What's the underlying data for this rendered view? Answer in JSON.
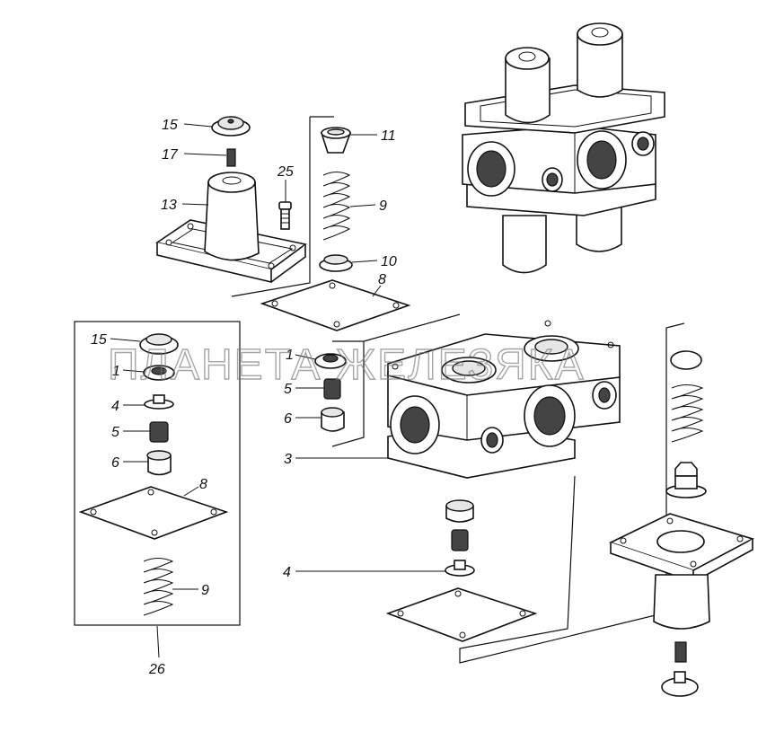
{
  "watermark": "ПЛАНЕТА ЖЕЛЕЗЯКА",
  "callouts": {
    "c15_top": "15",
    "c17": "17",
    "c13": "13",
    "c25": "25",
    "c11": "11",
    "c9_top": "9",
    "c10": "10",
    "c8_mid": "8",
    "c15_left": "15",
    "c1_left": "1",
    "c4_left": "4",
    "c5_left": "5",
    "c6_left": "6",
    "c8_left": "8",
    "c9_left": "9",
    "c26": "26",
    "c1_mid": "1",
    "c5_mid": "5",
    "c6_mid": "6",
    "c3": "3",
    "c4_bottom": "4"
  }
}
